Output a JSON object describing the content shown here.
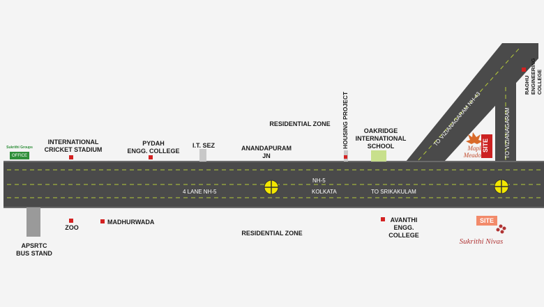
{
  "landmarks": {
    "office_logo_text": "Sukrithi Groups",
    "office": "OFFICE",
    "international_cricket_stadium": "INTERNATIONAL\nCRICKET STADIUM",
    "pydah_college": "PYDAH\nENGG. COLLEGE",
    "it_sez": "I.T. SEZ",
    "residential_zone_top": "RESIDENTIAL ZONE",
    "anandapuram": "ANANDAPURAM\nJN",
    "housing_project": "HOUSING PROJECT",
    "oakridge": "OAKRIDGE\nINTERNATIONAL\nSCHOOL",
    "zoo": "ZOO",
    "madhurwada": "MADHURWADA",
    "residential_zone_bottom": "RESIDENTIAL ZONE",
    "apsrtc": "APSRTC\nBUS STAND",
    "avanthi": "AVANTHI\nENGG.\nCOLLEGE",
    "raghu": "RAGHU\nENGINEERING\nCOLLEGE"
  },
  "roads": {
    "four_lane": "4 LANE NH-5",
    "nh5": "NH-5",
    "kolkata": "KOLKATA",
    "to_srikakulam": "TO SRIKAKULAM",
    "to_vizianagaram_nh43": "TO VIZIANAGARAM NH-43",
    "to_vizianagaram": "TO VIZIANAGARAM"
  },
  "sites": {
    "site_upper": "SITE",
    "site_lower": "SITE",
    "maple_meadows": "Maple\nMeadows",
    "sukrithi_nivas": "Sukrithi Nivas"
  },
  "colors": {
    "road": "#4a4a4a",
    "road_edge": "#6a6a6a",
    "lane_line": "#b7cc3a",
    "junction": "#f2e600",
    "marker": "#d32222",
    "site_red": "#cc2222",
    "site_orange": "#f28a6a",
    "building_gray": "#9a9a9a",
    "school_green": "#c8e08c",
    "office_green": "#2f8f3a"
  }
}
